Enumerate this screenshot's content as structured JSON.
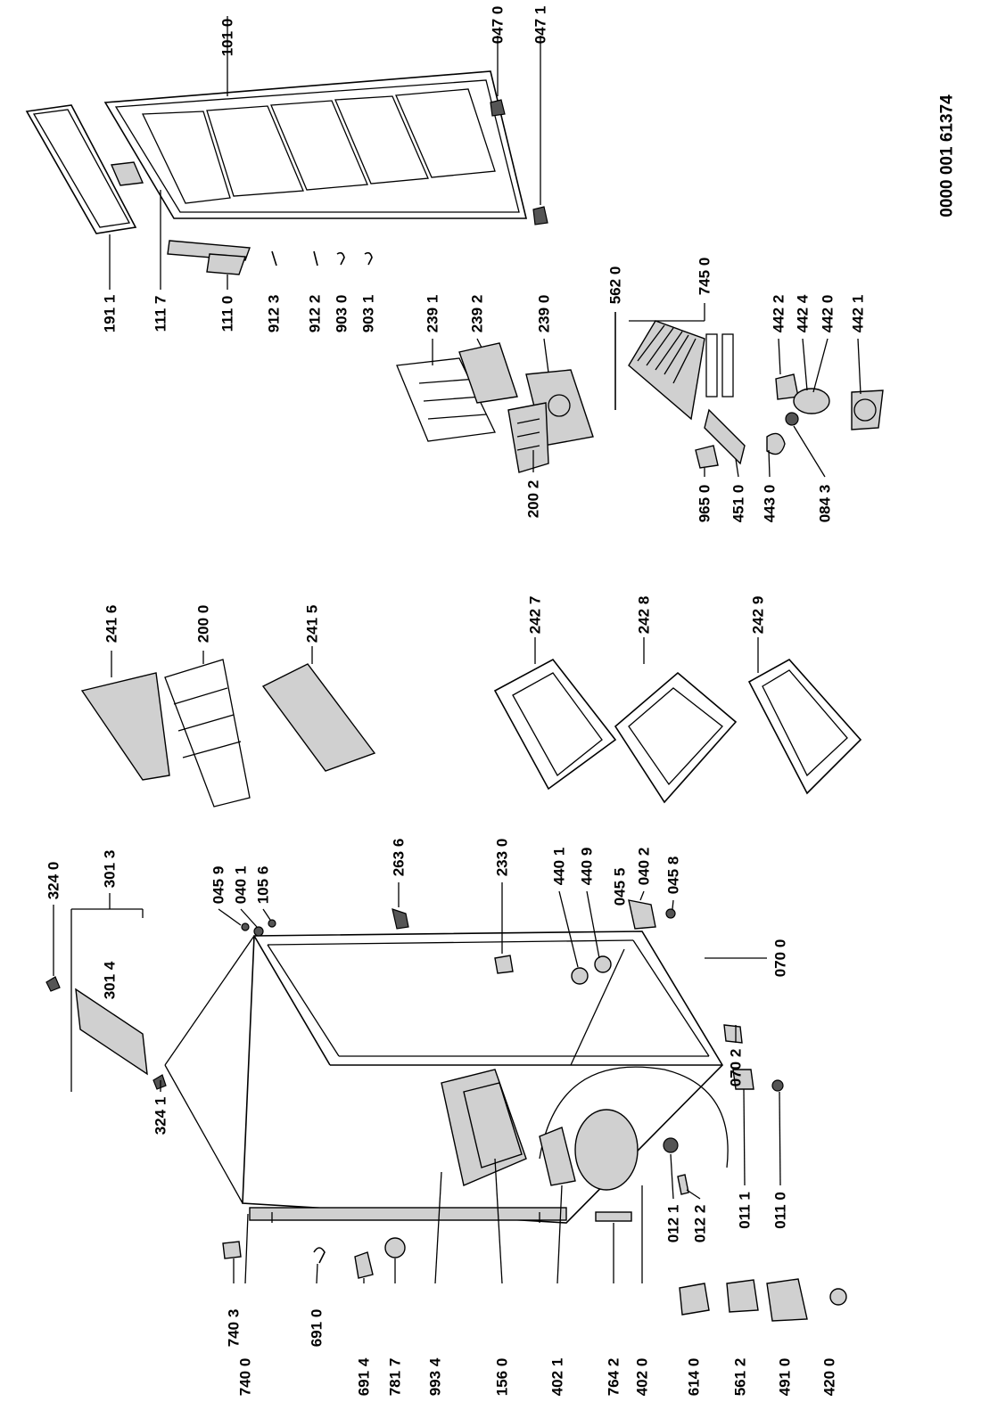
{
  "document_id": "0000 001 61374",
  "labels": {
    "l1010": "101 0",
    "l0470": "047 0",
    "l0471": "047 1",
    "l1911": "191 1",
    "l1117": "111 7",
    "l1110": "111 0",
    "l9123": "912 3",
    "l9122": "912 2",
    "l9030": "903 0",
    "l9031": "903 1",
    "l2391": "239 1",
    "l2392": "239 2",
    "l2390": "239 0",
    "l5620": "562 0",
    "l7450": "745 0",
    "l4422": "442 2",
    "l4424": "442 4",
    "l4420": "442 0",
    "l4421": "442 1",
    "l2002": "200 2",
    "l9650": "965 0",
    "l4510": "451 0",
    "l4430": "443 0",
    "l0843": "084 3",
    "l2416": "241 6",
    "l2000": "200 0",
    "l2415": "241 5",
    "l2427": "242 7",
    "l2428": "242 8",
    "l2429": "242 9",
    "l3240": "324 0",
    "l3013": "301 3",
    "l3014": "301 4",
    "l3241": "324 1",
    "l0459": "045 9",
    "l0401": "040 1",
    "l1056": "105 6",
    "l2636": "263 6",
    "l2330": "233 0",
    "l4401": "440 1",
    "l4409": "440 9",
    "l0455": "045 5",
    "l0402": "040 2",
    "l0458": "045 8",
    "l0700": "070 0",
    "l0702": "070 2",
    "l0121": "012 1",
    "l0122": "012 2",
    "l0111": "011 1",
    "l0110": "011 0",
    "l7403": "740 3",
    "l7400": "740 0",
    "l6910": "691 0",
    "l6914": "691 4",
    "l7817": "781 7",
    "l9934": "993 4",
    "l1560": "156 0",
    "l4021": "402 1",
    "l7642": "764 2",
    "l4020": "402 0",
    "l6140": "614 0",
    "l5612": "561 2",
    "l4910": "491 0",
    "l4200": "420 0"
  }
}
